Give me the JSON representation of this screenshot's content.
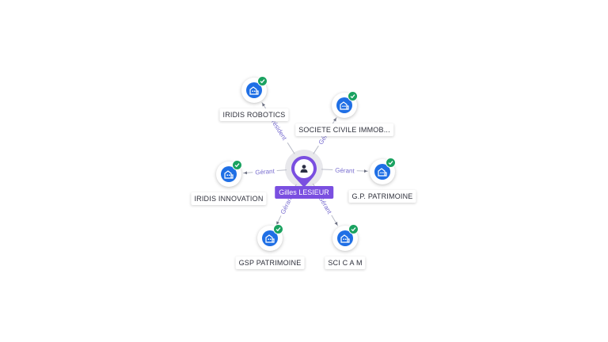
{
  "person": {
    "name": "Gilles LESIEUR",
    "icon": "person-icon",
    "color": "#7a4fe0"
  },
  "companies": [
    {
      "id": "iridis-robotics",
      "name": "IRIDIS ROBOTICS",
      "role": "Président",
      "icon": "building-icon",
      "verified": true
    },
    {
      "id": "societe-civile-immob",
      "name": "SOCIETE CIVILE IMMOB...",
      "role": "Gérant",
      "icon": "building-icon",
      "verified": true
    },
    {
      "id": "iridis-innovation",
      "name": "IRIDIS INNOVATION",
      "role": "Gérant",
      "icon": "building-icon",
      "verified": true
    },
    {
      "id": "gp-patrimoine",
      "name": "G.P. PATRIMOINE",
      "role": "Gérant",
      "icon": "building-icon",
      "verified": true
    },
    {
      "id": "gsp-patrimoine",
      "name": "GSP PATRIMOINE",
      "role": "Gérant",
      "icon": "building-icon",
      "verified": true
    },
    {
      "id": "sci-cam",
      "name": "SCI C A M",
      "role": "Gérant",
      "icon": "building-icon",
      "verified": true
    }
  ],
  "colors": {
    "company_fill": "#1f6fe5",
    "verified_badge": "#1aa260",
    "edge_label": "#7a6fd0"
  }
}
